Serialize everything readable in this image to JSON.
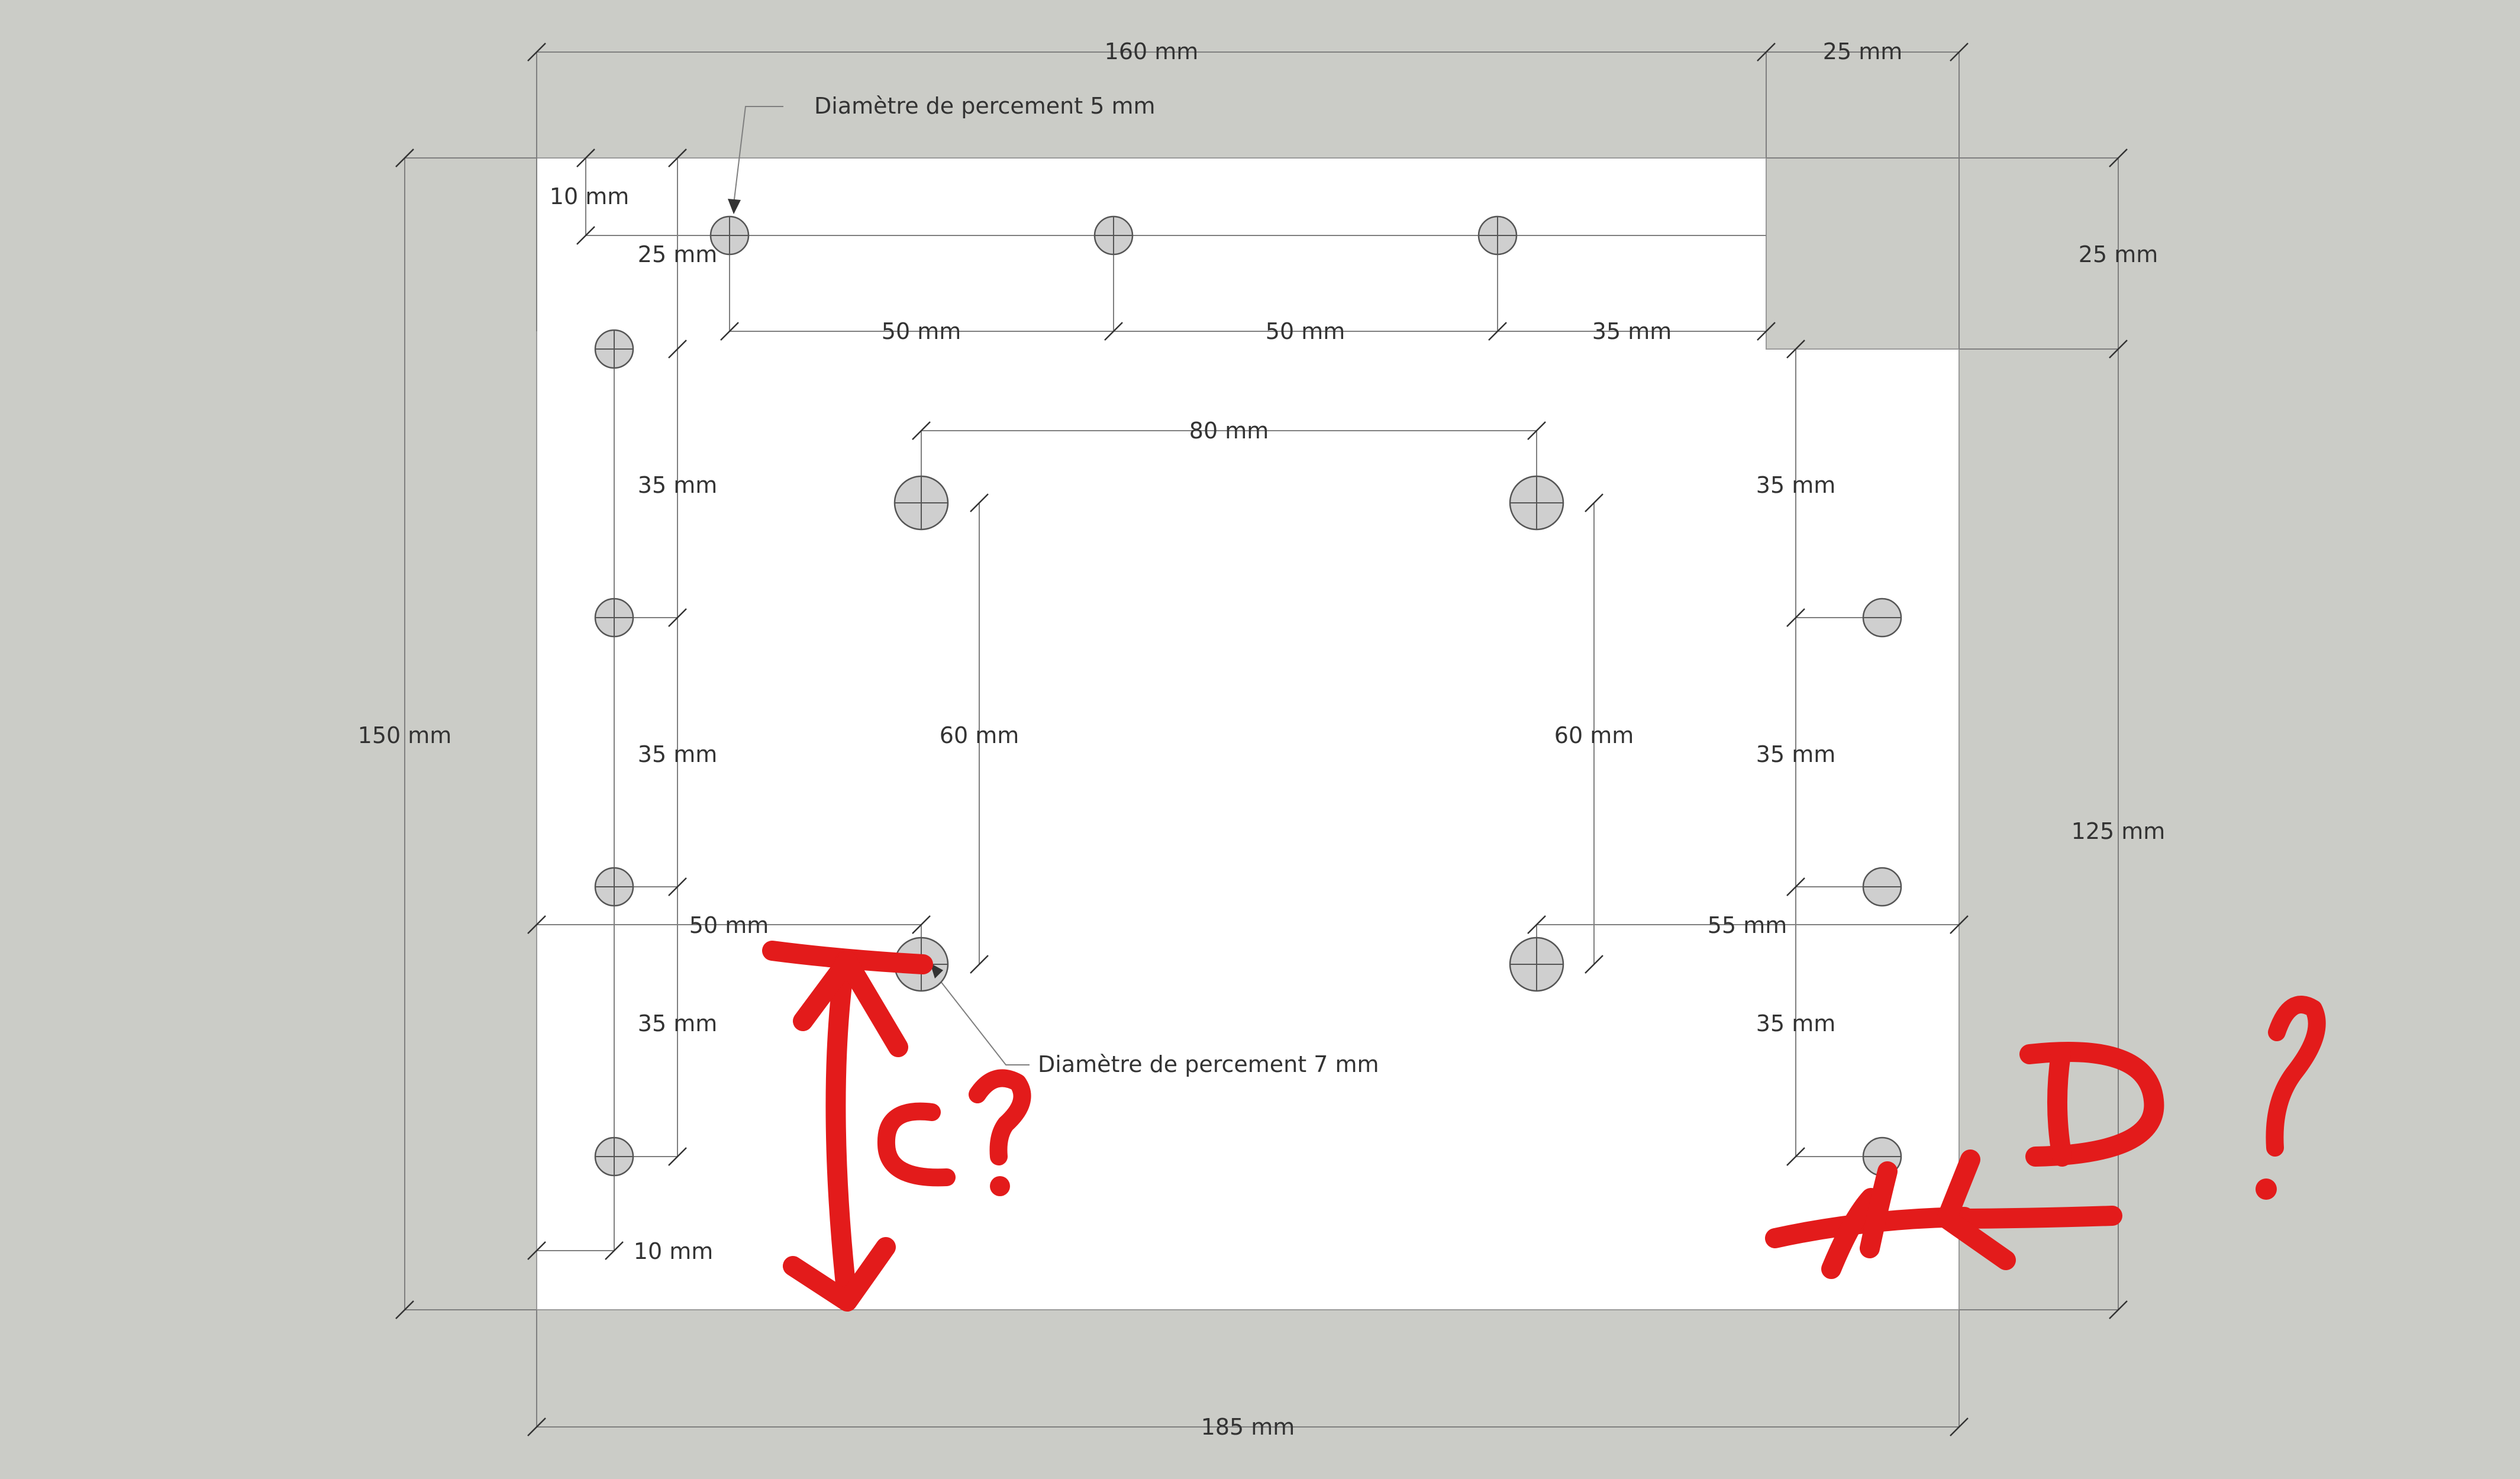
{
  "labels": {
    "top_width": "160 mm",
    "top_notch": "25 mm",
    "total_width": "185 mm",
    "left_height": "150 mm",
    "right_height": "125 mm",
    "notch_height": "25 mm",
    "edge_10_top": "10 mm",
    "edge_25": "25 mm",
    "edge_10_bottom": "10 mm",
    "top_spacing_1": "50 mm",
    "top_spacing_2": "50 mm",
    "top_spacing_3": "35 mm",
    "inner_width": "80 mm",
    "inner_left_height": "60 mm",
    "inner_right_height": "60 mm",
    "left_spacing_1": "35 mm",
    "left_spacing_2": "35 mm",
    "left_spacing_3": "35 mm",
    "right_spacing_1": "35 mm",
    "right_spacing_2": "35 mm",
    "right_spacing_3": "35 mm",
    "bottom_left_offset": "50 mm",
    "bottom_right_offset": "55 mm",
    "hole_5_callout": "Diamètre de percement 5 mm",
    "hole_7_callout": "Diamètre de percement 7 mm"
  },
  "annotations": {
    "c_label": "C",
    "c_question": "?",
    "d_label": "D",
    "d_question": "?"
  },
  "colors": {
    "background": "#cbccc7",
    "plate": "#ffffff",
    "hole": "#cfcfcf",
    "annotation": "#e31b1b"
  }
}
